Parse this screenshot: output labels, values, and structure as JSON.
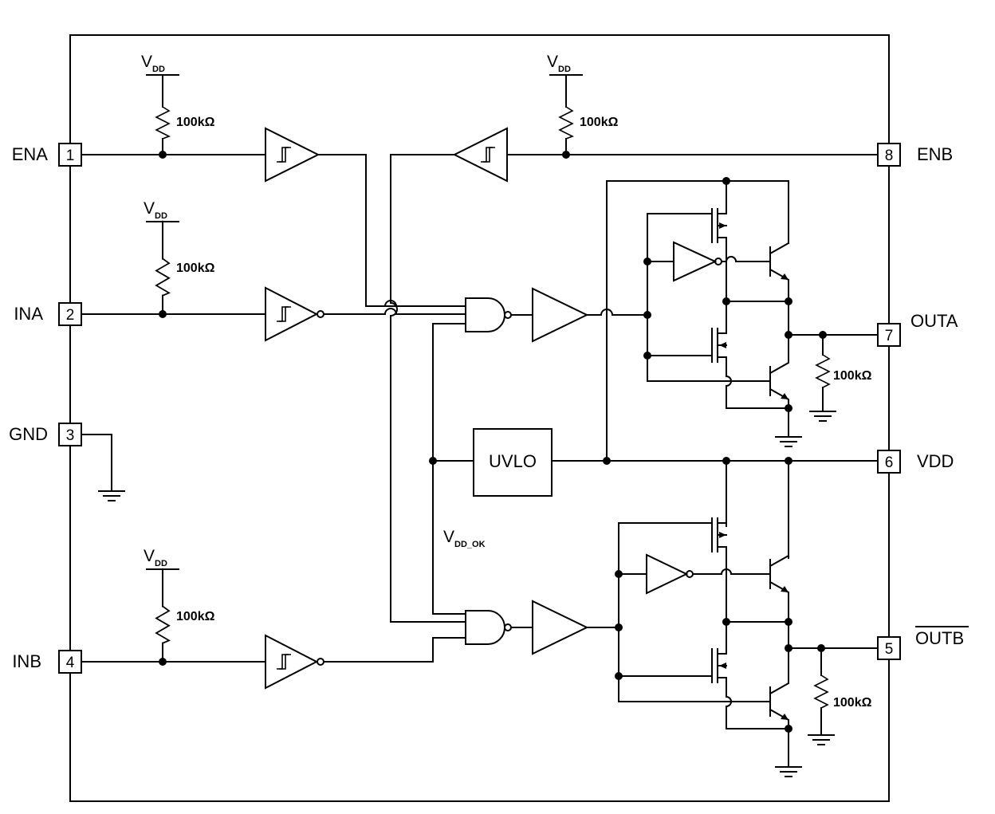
{
  "pins": {
    "p1": {
      "number": "1",
      "name": "ENA"
    },
    "p2": {
      "number": "2",
      "name": "INA"
    },
    "p3": {
      "number": "3",
      "name": "GND"
    },
    "p4": {
      "number": "4",
      "name": "INB"
    },
    "p5": {
      "number": "5",
      "name": "OUTB"
    },
    "p6": {
      "number": "6",
      "name": "VDD"
    },
    "p7": {
      "number": "7",
      "name": "OUTA"
    },
    "p8": {
      "number": "8",
      "name": "ENB"
    }
  },
  "supply": {
    "label": "V",
    "subscript": "DD"
  },
  "resistor_value": "100kΩ",
  "uvlo": {
    "label": "UVLO"
  },
  "vdd_ok": {
    "label": "V",
    "subscript": "DD_OK"
  }
}
